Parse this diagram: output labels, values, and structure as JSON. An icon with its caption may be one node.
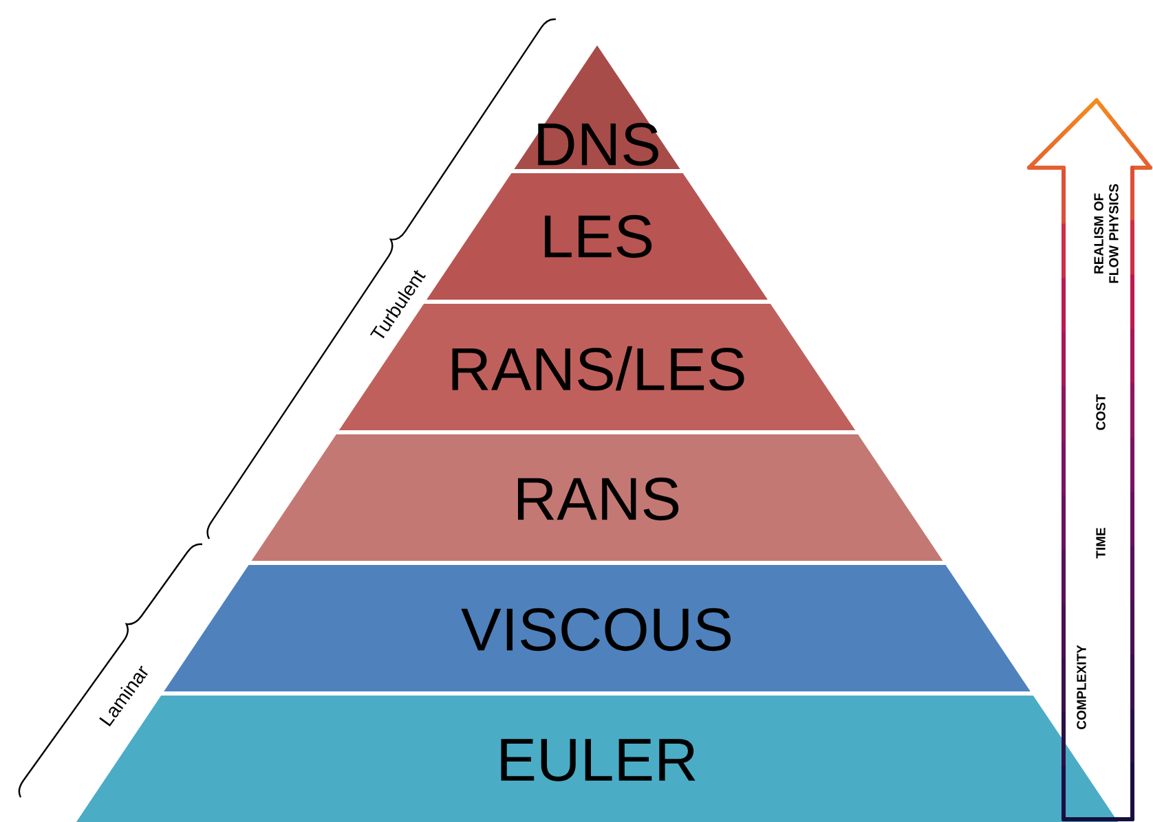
{
  "diagram": {
    "nodes": [
      {
        "text": [
          "DNS"
        ]
      },
      {
        "text": [
          "LES"
        ]
      },
      {
        "text": [
          "RANS/LES"
        ]
      },
      {
        "text": [
          "RANS"
        ]
      },
      {
        "text": [
          "VISCOUS"
        ]
      },
      {
        "text": [
          "EULER"
        ]
      }
    ],
    "labels": [
      "Turbulent",
      "Laminar",
      "REALISM OF FLOW PHYSICS",
      "COST",
      "TIME",
      "COMPLEXITY"
    ]
  }
}
